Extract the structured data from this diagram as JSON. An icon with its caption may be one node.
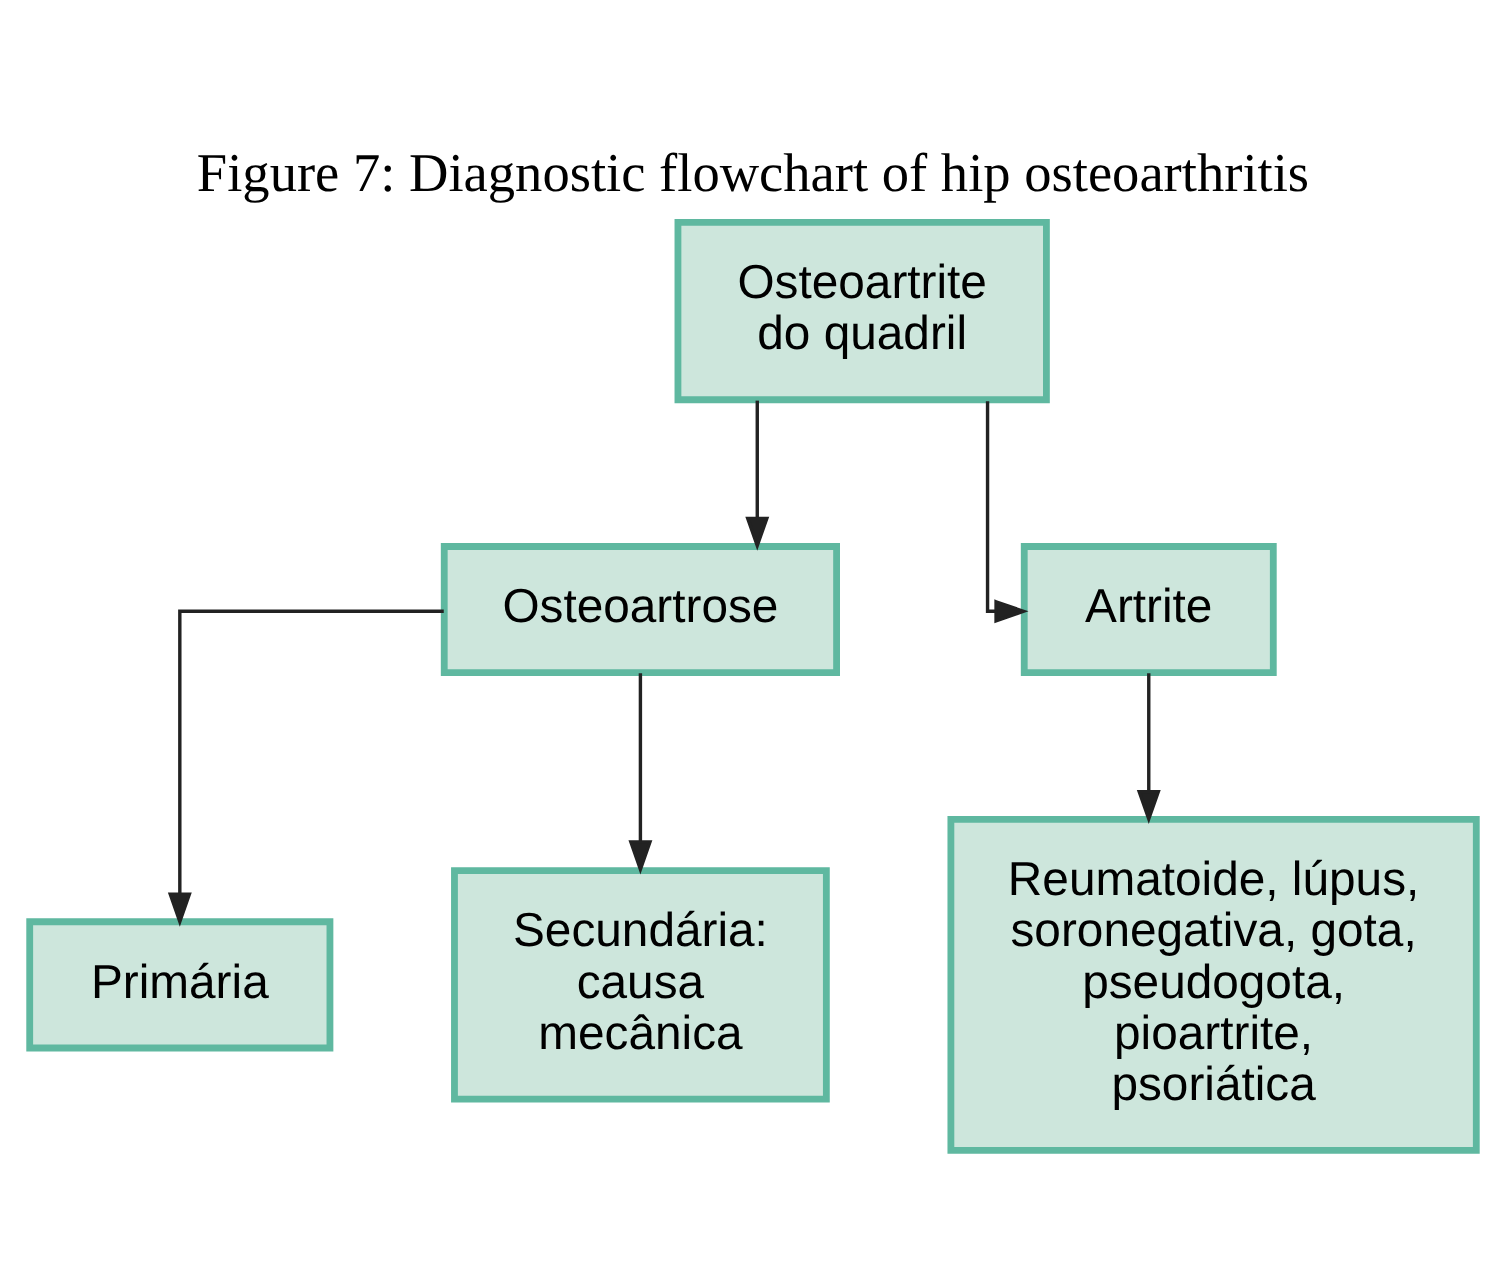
{
  "diagram": {
    "title": "Figure 7: Diagnostic flowchart of hip osteoarthritis",
    "nodes": [
      {
        "text": [
          "Osteoartrite do quadril"
        ]
      },
      {
        "text": [
          "Osteoartrose"
        ]
      },
      {
        "text": [
          "Artrite"
        ]
      },
      {
        "text": [
          "Primária"
        ]
      },
      {
        "text": [
          "Secundária: causa mecânica"
        ]
      },
      {
        "text": [
          "Reumatoide, lúpus, soronegativa, gota, pseudogota, pioartrite, psoriática"
        ]
      }
    ],
    "edges": [
      {
        "from": 0,
        "to": 1,
        "arrow": "to"
      },
      {
        "from": 0,
        "to": 2,
        "arrow": "to"
      },
      {
        "from": 1,
        "to": 3,
        "arrow": "to"
      },
      {
        "from": 1,
        "to": 4,
        "arrow": "to"
      },
      {
        "from": 2,
        "to": 5,
        "arrow": "to"
      }
    ]
  }
}
